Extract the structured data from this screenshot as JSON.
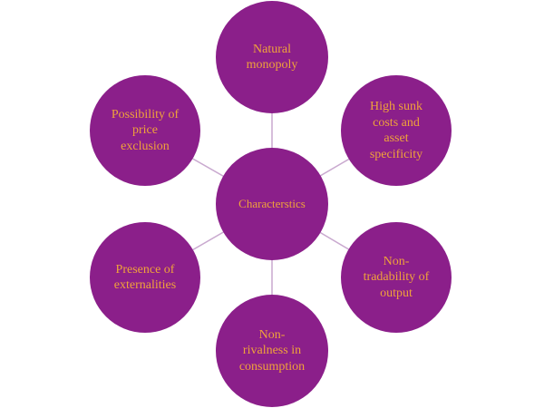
{
  "colors": {
    "circle_fill": "#8b1f8a",
    "text": "#f0a33a",
    "connector": "#c9a9cf"
  },
  "diagram": {
    "center": "Characterstics",
    "nodes": [
      {
        "id": "natural-monopoly",
        "label": "Natural\nmonopoly"
      },
      {
        "id": "sunk-costs",
        "label": "High sunk\ncosts and\nasset\nspecificity"
      },
      {
        "id": "non-tradability",
        "label": "Non-\ntradability of\noutput"
      },
      {
        "id": "non-rivalness",
        "label": "Non-\nrivalness in\nconsumption"
      },
      {
        "id": "externalities",
        "label": "Presence of\nexternalities"
      },
      {
        "id": "price-exclusion",
        "label": "Possibility of\nprice\nexclusion"
      }
    ]
  }
}
